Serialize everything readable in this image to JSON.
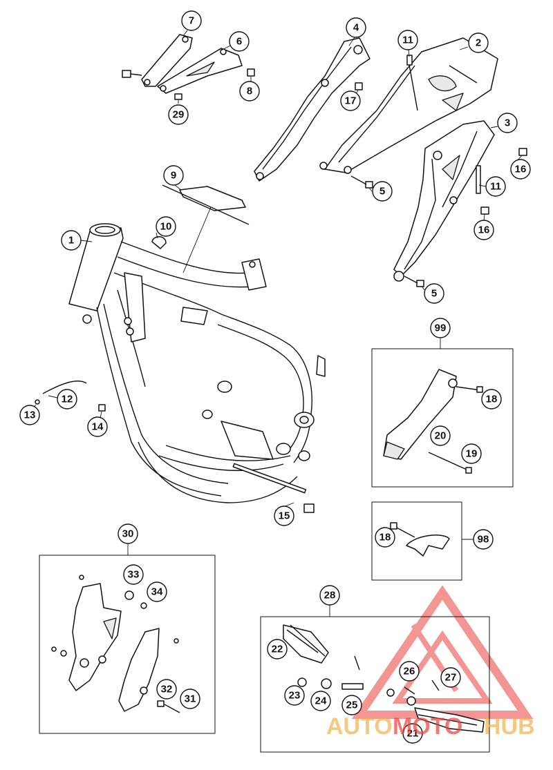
{
  "callouts": {
    "c1": "1",
    "c2": "2",
    "c3": "3",
    "c4": "4",
    "c5a": "5",
    "c5b": "5",
    "c6": "6",
    "c7": "7",
    "c8": "8",
    "c9": "9",
    "c10": "10",
    "c11a": "11",
    "c11b": "11",
    "c12": "12",
    "c13": "13",
    "c14": "14",
    "c15": "15",
    "c16a": "16",
    "c16b": "16",
    "c17": "17",
    "c18a": "18",
    "c18b": "18",
    "c19": "19",
    "c20": "20",
    "c21": "21",
    "c22": "22",
    "c23": "23",
    "c24": "24",
    "c25": "25",
    "c26": "26",
    "c27": "27",
    "c28": "28",
    "c29": "29",
    "c30": "30",
    "c31": "31",
    "c32": "32",
    "c33": "33",
    "c34": "34",
    "c98": "98",
    "c99": "99"
  },
  "watermark": {
    "part1": "AUTO",
    "part2": "MOTO",
    "part3": "HUB",
    "color_primary": "#e8403c",
    "color_secondary": "#f2b24a"
  }
}
